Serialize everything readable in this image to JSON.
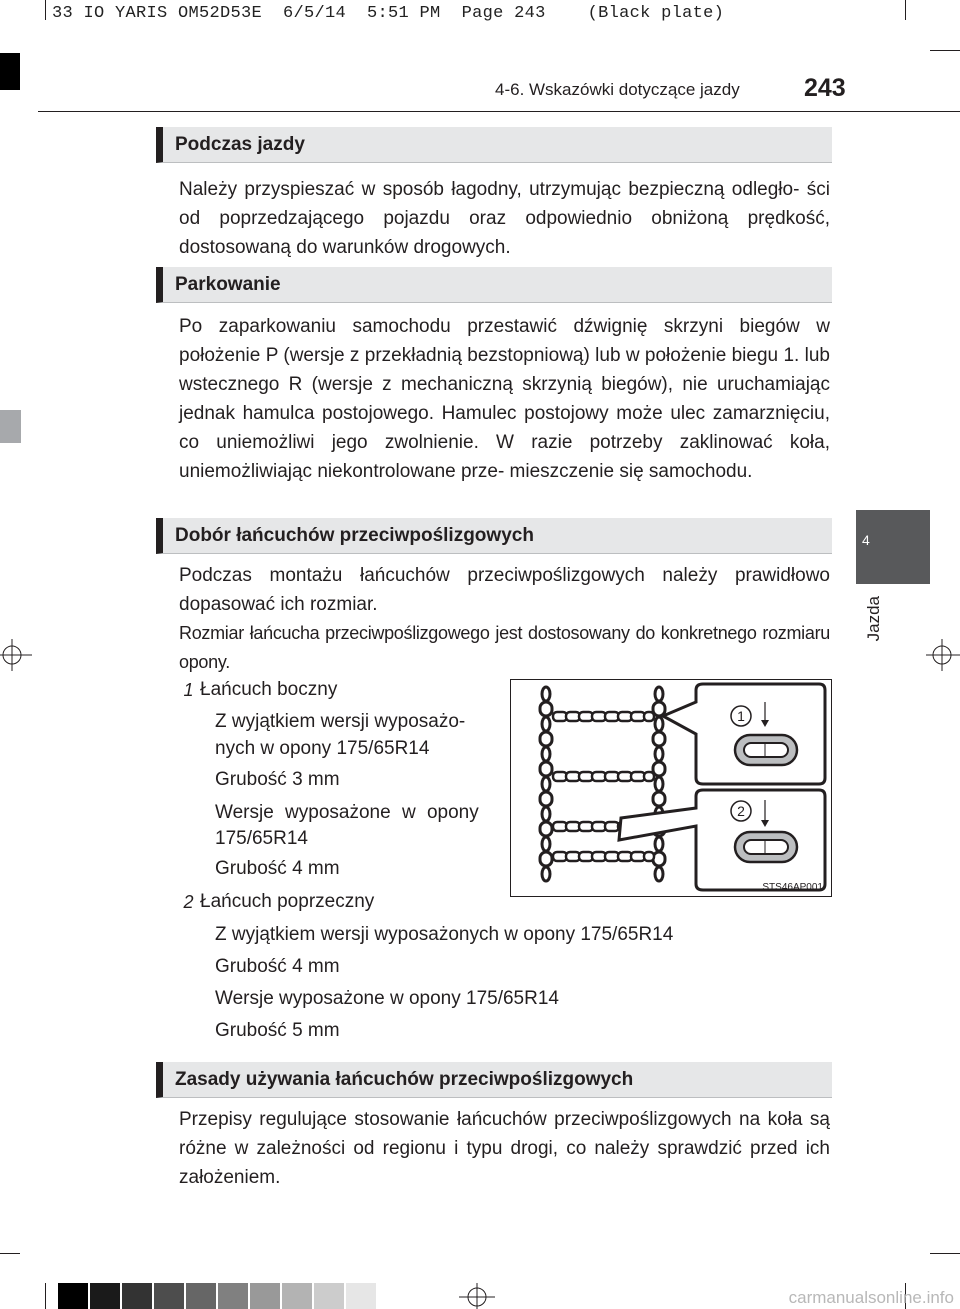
{
  "print_info": "33 IO YARIS OM52D53E  6/5/14  5:51 PM  Page 243    (Black plate)",
  "header": {
    "section_title": "4-6. Wskazówki dotyczące jazdy",
    "page_number": "243"
  },
  "chapter_tab": {
    "number": "4",
    "label": "Jazda"
  },
  "sections": [
    {
      "heading": "Podczas jazdy",
      "text": "Należy przyspieszać w sposób łagodny, utrzymując bezpieczną odległo- ści od poprzedzającego pojazdu oraz odpowiednio obniżoną prędkość, dostosowaną do warunków drogowych."
    },
    {
      "heading": "Parkowanie",
      "text": "Po zaparkowaniu samochodu przestawić dźwignię skrzyni biegów w położenie P (wersje z przekładnią bezstopniową) lub w położenie biegu 1. lub wstecznego R (wersje z mechaniczną skrzynią biegów), nie uruchamiając jednak hamulca postojowego. Hamulec postojowy może ulec zamarznięciu, co uniemożliwi jego zwolnienie. W razie potrzeby zaklinować koła, uniemożliwiając niekontrolowane prze- mieszczenie się samochodu."
    },
    {
      "heading": "Dobór łańcuchów przeciwpoślizgowych",
      "text1": "Podczas montażu łańcuchów przeciwpoślizgowych należy prawidłowo dopasować ich rozmiar.",
      "text2": "Rozmiar łańcucha przeciwpoślizgowego jest dostosowany do konkretnego rozmiaru opony.",
      "items": [
        {
          "num": "1",
          "label": "Łańcuch boczny",
          "lines": [
            "Z wyjątkiem wersji wyposażo-",
            "nych w opony 175/65R14",
            "Grubość 3 mm",
            "Wersje wyposażone w opony",
            "175/65R14",
            "Grubość 4 mm"
          ]
        },
        {
          "num": "2",
          "label": "Łańcuch poprzeczny",
          "lines": [
            "Z wyjątkiem wersji wyposażonych w opony 175/65R14",
            "Grubość 4 mm",
            "Wersje wyposażone w opony 175/65R14",
            "Grubość 5 mm"
          ]
        }
      ],
      "figure": {
        "code": "STS46AP001",
        "callout_1": "1",
        "callout_2": "2"
      }
    },
    {
      "heading": "Zasady używania łańcuchów przeciwpoślizgowych",
      "text": "Przepisy regulujące stosowanie łańcuchów przeciwpoślizgowych na koła są różne w zależności od regionu i typu drogi, co należy sprawdzić przed ich założeniem."
    }
  ],
  "colors": {
    "text": "#231f20",
    "heading_bg": "#e6e7e8",
    "tab": "#58595b"
  }
}
